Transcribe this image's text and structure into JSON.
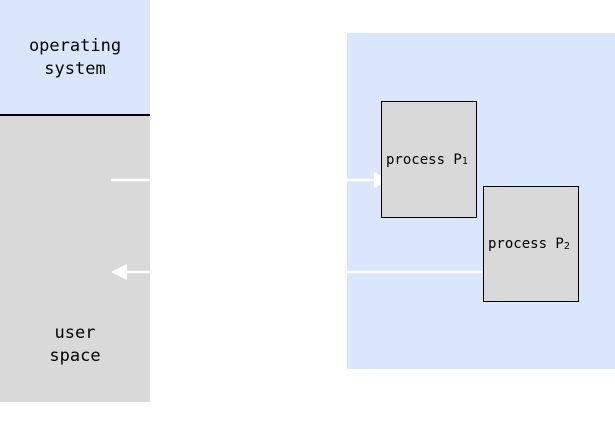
{
  "os_region": {
    "line1": "operating",
    "line2": "system"
  },
  "user_region": {
    "line1": "user",
    "line2": "space"
  },
  "processes": [
    {
      "label": "process P",
      "subscript": "1"
    },
    {
      "label": "process P",
      "subscript": "2"
    }
  ],
  "colors": {
    "os_fill": "#dae6fc",
    "user_fill": "#d9d9d9",
    "panel_fill": "#dae6fc",
    "process_fill": "#d9d9d9",
    "arrow": "#ffffff"
  }
}
